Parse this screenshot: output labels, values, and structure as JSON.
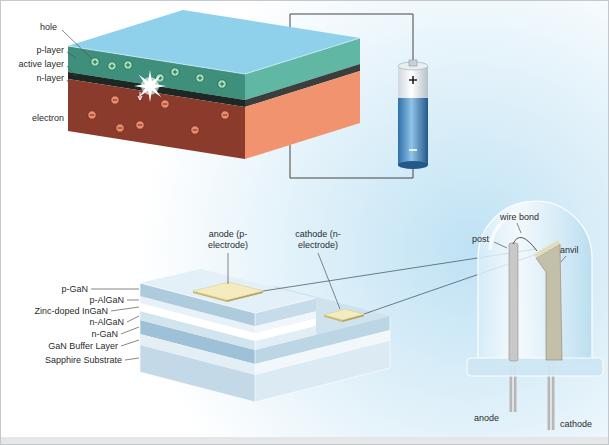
{
  "diagram": {
    "labels": [
      "hole",
      "p-layer",
      "active layer",
      "n-layer",
      "electron",
      "anode (p-electrode)",
      "cathode (n-electrode)",
      "p-GaN",
      "p-AlGaN",
      "Zinc-doped InGaN",
      "n-AlGaN",
      "n-GaN",
      "GaN Buffer Layer",
      "Sapphire Substrate",
      "wire bond",
      "post",
      "anvil",
      "anode",
      "cathode"
    ]
  }
}
